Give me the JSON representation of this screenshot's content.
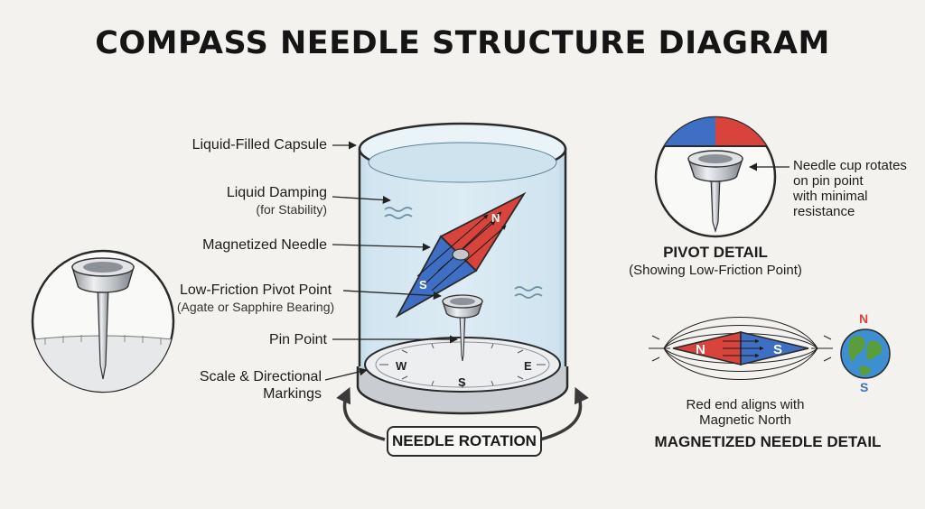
{
  "title": "COMPASS NEEDLE STRUCTURE DIAGRAM",
  "labels": {
    "capsule": "Liquid-Filled Capsule",
    "damping": "Liquid Damping",
    "damping_sub": "(for Stability)",
    "needle": "Magnetized Needle",
    "pivot": "Low-Friction Pivot Point",
    "pivot_sub": "(Agate or Sapphire Bearing)",
    "pin": "Pin Point",
    "scale_line1": "Scale & Directional",
    "scale_line2": "Markings"
  },
  "rotation_label": "NEEDLE ROTATION",
  "pivot_detail": {
    "note_line1": "Needle cup rotates",
    "note_line2": "on pin point",
    "note_line3": "with minimal",
    "note_line4": "resistance",
    "heading": "PIVOT DETAIL",
    "subheading": "(Showing Low-Friction Point)"
  },
  "magnet_detail": {
    "note_line1": "Red end aligns with",
    "note_line2": "Magnetic North",
    "heading": "MAGNETIZED NEEDLE DETAIL",
    "pole_n": "N",
    "pole_s": "S",
    "earth_n": "N",
    "earth_s": "S"
  },
  "dial": {
    "w": "W",
    "s": "S",
    "e": "E"
  },
  "needle_poles": {
    "n": "N",
    "s": "S"
  },
  "colors": {
    "north_red": "#d8443c",
    "south_blue": "#3f6fc4",
    "liquid": "#d6e8f2",
    "outline": "#2a2a2a"
  }
}
